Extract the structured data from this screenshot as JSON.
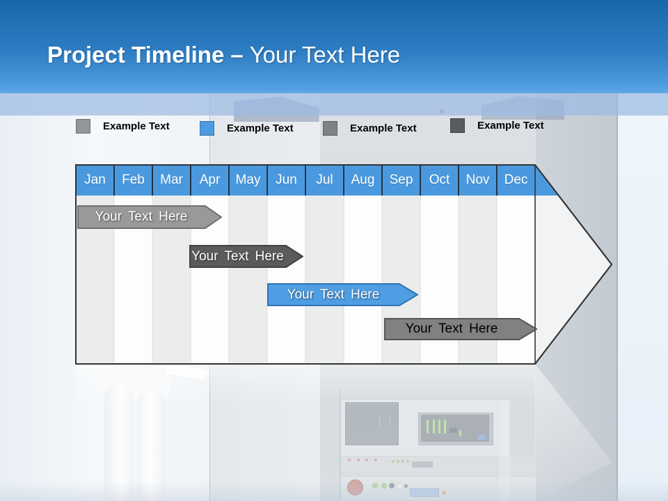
{
  "slide_title": {
    "primary": "Project Timeline",
    "separator": "–",
    "secondary": "Your Text Here"
  },
  "colors": {
    "header_gradient_top": "#1a66ab",
    "header_gradient_bottom": "#5ea7e5",
    "band": "#b5cbe9",
    "timeline_header": "#4a99de",
    "timeline_body": "#f2f3f4",
    "column_stripe": "#ebecec",
    "outline": "#333333"
  },
  "legend": {
    "items": [
      {
        "label": "Example Text",
        "swatch_color": "#939597"
      },
      {
        "label": "Example Text",
        "swatch_color": "#4d9be0"
      },
      {
        "label": "Example Text",
        "swatch_color": "#7f8183"
      },
      {
        "label": "Example Text",
        "swatch_color": "#595b5d"
      }
    ]
  },
  "timeline": {
    "months": [
      "Jan",
      "Feb",
      "Mar",
      "Apr",
      "May",
      "Jun",
      "Jul",
      "Aug",
      "Sep",
      "Oct",
      "Nov",
      "Dec"
    ],
    "bars": [
      {
        "label": "Your Text Here",
        "fill": "#97999b",
        "border": "#6e7072",
        "text_color": "#ffffff",
        "span": "Jan–Apr"
      },
      {
        "label": "Your Text Here",
        "fill": "#595b5d",
        "border": "#3f4142",
        "text_color": "#ffffff",
        "span": "Apr–Jun"
      },
      {
        "label": "Your Text Here",
        "fill": "#4f9de2",
        "border": "#2e74b5",
        "text_color": "#ffffff",
        "span": "Jun–Sep"
      },
      {
        "label": "Your Text Here",
        "fill": "#7f8183",
        "border": "#525456",
        "text_color": "#000000",
        "span": "Sep–Dec"
      }
    ]
  }
}
